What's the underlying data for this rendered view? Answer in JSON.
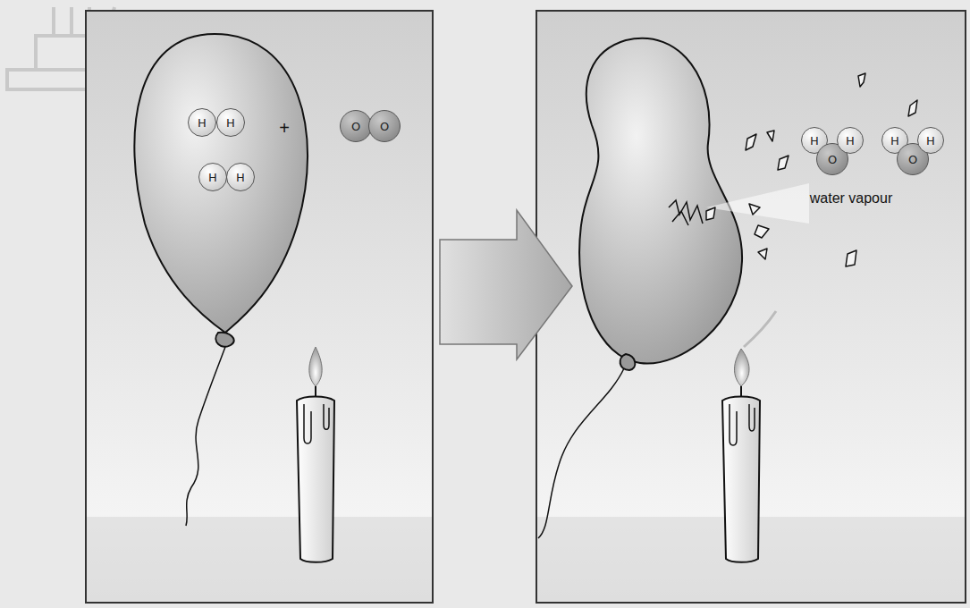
{
  "diagram": {
    "nodes": [
      {
        "text": [
          "H"
        ]
      },
      {
        "text": [
          "H"
        ]
      },
      {
        "text": [
          "H"
        ]
      },
      {
        "text": [
          "H"
        ]
      },
      {
        "text": [
          "O"
        ]
      },
      {
        "text": [
          "O"
        ]
      },
      {
        "text": [
          "H"
        ]
      },
      {
        "text": [
          "O"
        ]
      },
      {
        "text": [
          "H"
        ]
      },
      {
        "text": [
          "H"
        ]
      },
      {
        "text": [
          "O"
        ]
      },
      {
        "text": [
          "H"
        ]
      }
    ],
    "labels": [
      "+",
      "water vapour"
    ]
  }
}
